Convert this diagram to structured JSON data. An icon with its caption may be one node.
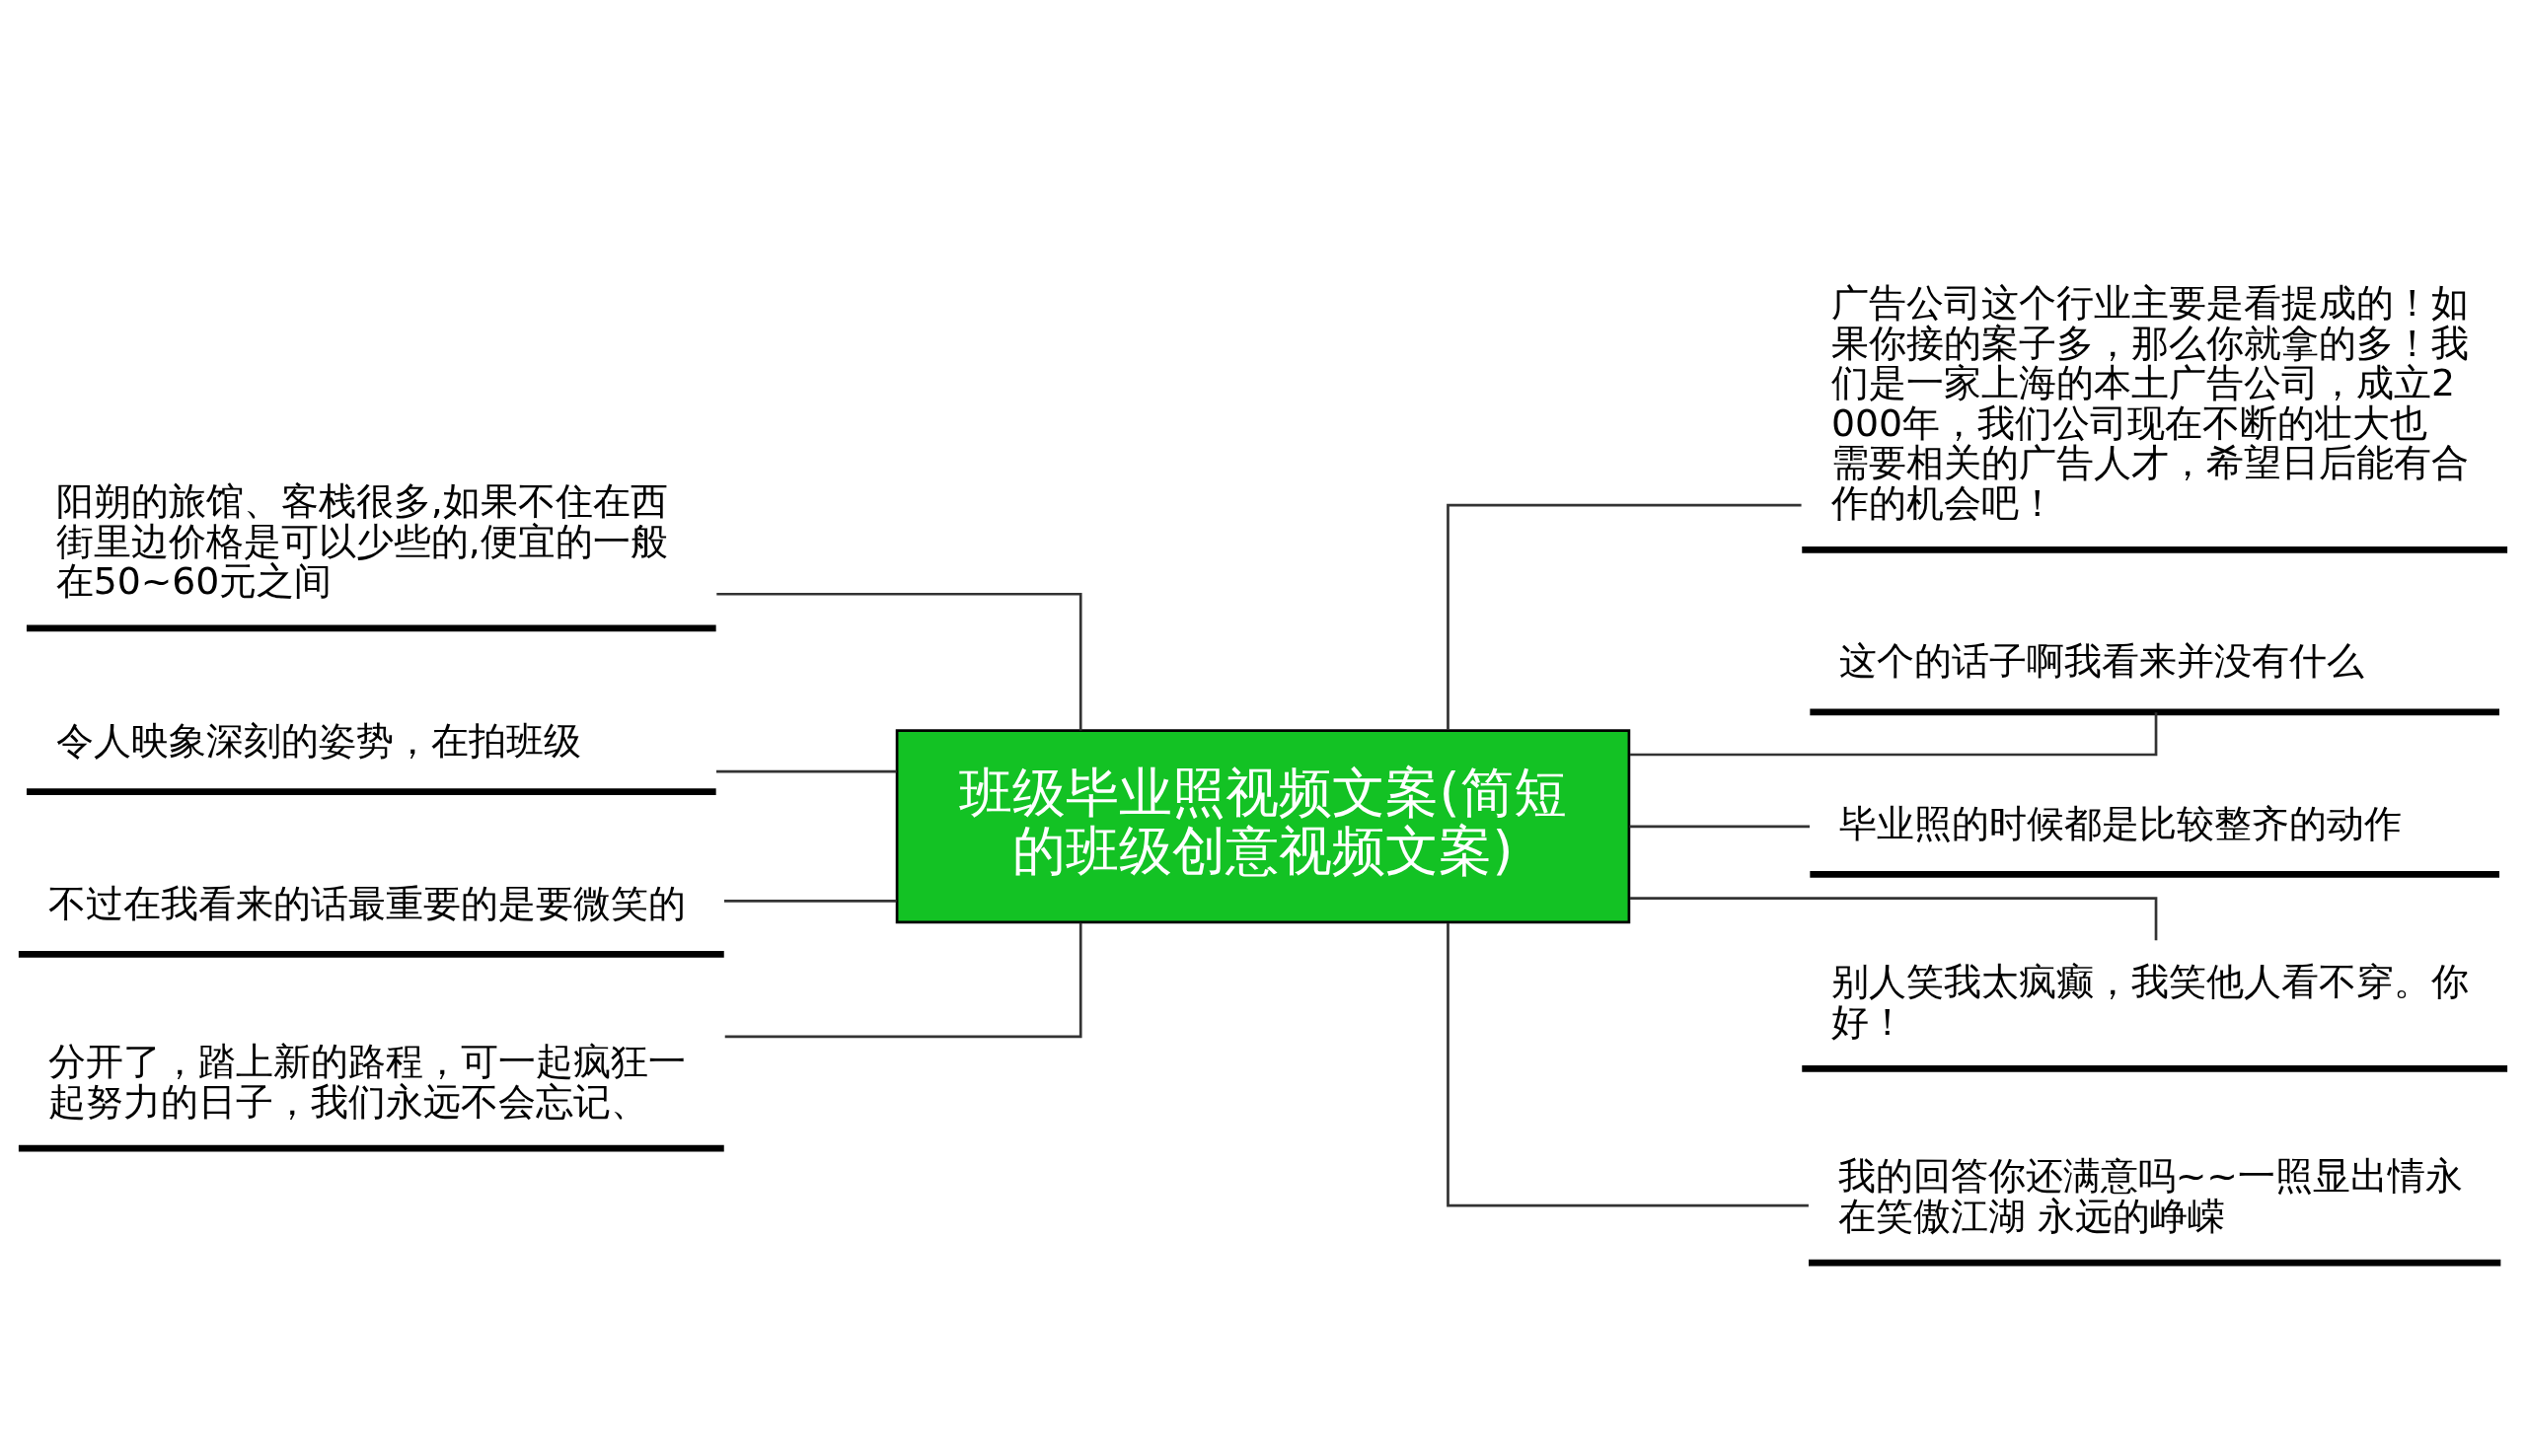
{
  "diagram": {
    "nodes": [
      {
        "text": [
          "班级毕业照视频文案(简短的班级创意视频文案)"
        ]
      },
      {
        "text": [
          "阳朔的旅馆、客栈很多,如果不住在西街里边价格是可以少些的,便宜的一般在50~60元之间"
        ]
      },
      {
        "text": [
          "令人映象深刻的姿势，在拍班级"
        ]
      },
      {
        "text": [
          "不过在我看来的话最重要的是要微笑的"
        ]
      },
      {
        "text": [
          "分开了，踏上新的路程，可一起疯狂一起努力的日子，我们永远不会忘记、"
        ]
      },
      {
        "text": [
          "广告公司这个行业主要是看提成的！如果你接的案子多，那么你就拿的多！我们是一家上海的本土广告公司，成立2000年，我们公司现在不断的壮大也需要相关的广告人才，希望日后能有合作的机会吧！"
        ]
      },
      {
        "text": [
          "这个的话子啊我看来并没有什么"
        ]
      },
      {
        "text": [
          "毕业照的时候都是比较整齐的动作"
        ]
      },
      {
        "text": [
          "别人笑我太疯癫，我笑他人看不穿。你好！"
        ]
      },
      {
        "text": [
          "我的回答你还满意吗~~一照显出情永在笑傲江湖 永远的峥嵘"
        ]
      }
    ],
    "edges": [
      {
        "from": 0,
        "to": 1,
        "arrow": "none"
      },
      {
        "from": 0,
        "to": 2,
        "arrow": "none"
      },
      {
        "from": 0,
        "to": 3,
        "arrow": "none"
      },
      {
        "from": 0,
        "to": 4,
        "arrow": "none"
      },
      {
        "from": 0,
        "to": 5,
        "arrow": "none"
      },
      {
        "from": 0,
        "to": 6,
        "arrow": "none"
      },
      {
        "from": 0,
        "to": 7,
        "arrow": "none"
      },
      {
        "from": 0,
        "to": 8,
        "arrow": "none"
      },
      {
        "from": 0,
        "to": 9,
        "arrow": "none"
      }
    ]
  }
}
